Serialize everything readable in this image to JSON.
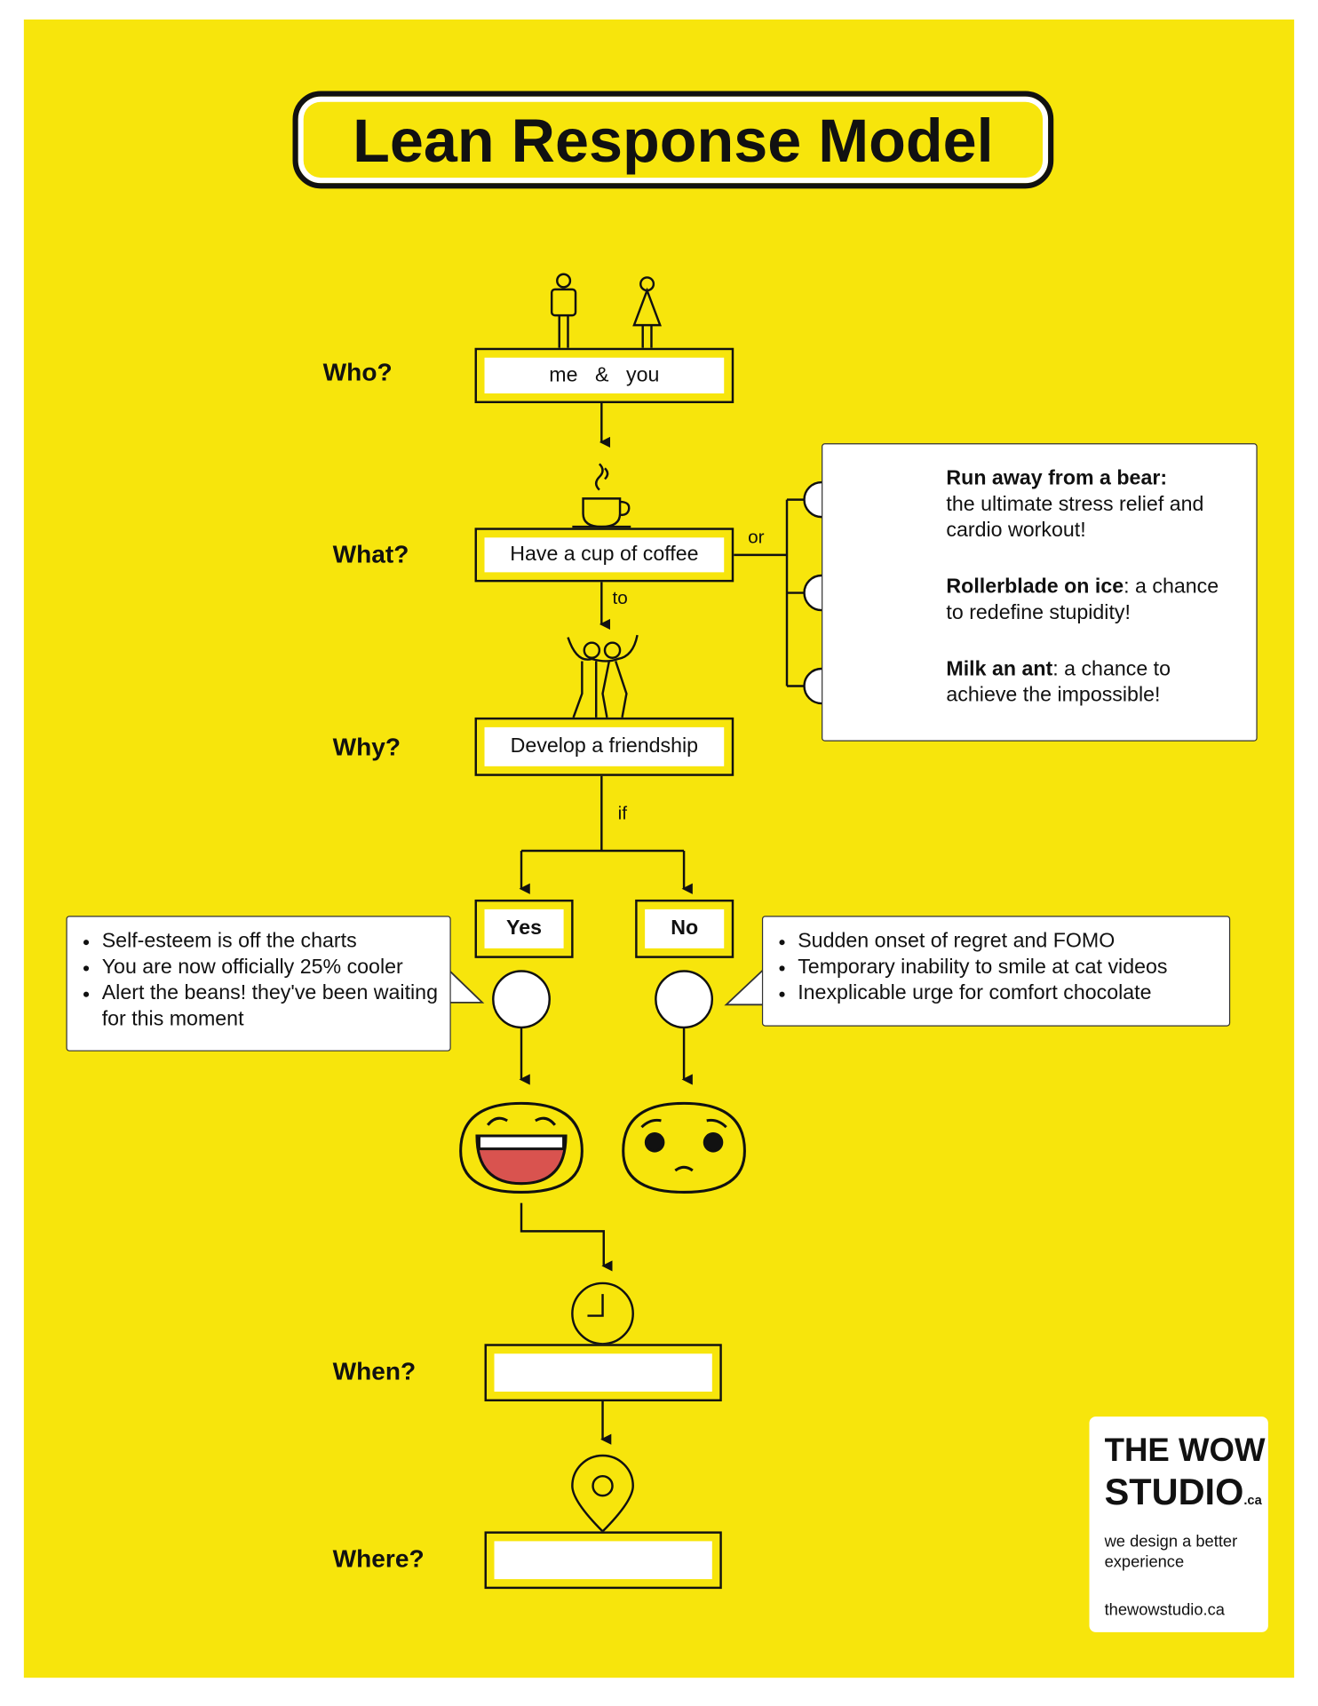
{
  "title": "Lean Response Model",
  "questions": {
    "who": "Who?",
    "what": "What?",
    "why": "Why?",
    "when": "When?",
    "where": "Where?"
  },
  "who_box": {
    "left": "me",
    "amp": "&",
    "right": "you"
  },
  "what_box": "Have a cup of coffee",
  "why_box": "Develop a friendship",
  "when_box": "",
  "where_box": "",
  "connectors": {
    "or": "or",
    "to": "to",
    "if": "if"
  },
  "alternatives": [
    {
      "bold": "Run away from a bear:",
      "rest": "the ultimate stress relief and cardio workout!",
      "icon": "bear-icon"
    },
    {
      "bold": "Rollerblade on ice",
      "rest": ": a chance to redefine stupidity!",
      "icon": "skater-icon"
    },
    {
      "bold": "Milk an ant",
      "rest": ": a chance to achieve the impossible!",
      "icon": "ant-icon"
    }
  ],
  "branches": {
    "yes": "Yes",
    "no": "No"
  },
  "yes_outcomes": [
    "Self-esteem is off the charts",
    "You are now officially 25% cooler",
    "Alert the beans! they've been waiting for this moment"
  ],
  "no_outcomes": [
    "Sudden onset of regret and FOMO",
    "Temporary inability to smile at cat videos",
    "Inexplicable urge for comfort chocolate"
  ],
  "logo": {
    "line1": "THE WOW",
    "line2": "STUDIO",
    "suffix": ".ca",
    "tagline": "we design a better experience",
    "url": "thewowstudio.ca"
  },
  "colors": {
    "background": "#f7e50c",
    "ink": "#111111"
  }
}
